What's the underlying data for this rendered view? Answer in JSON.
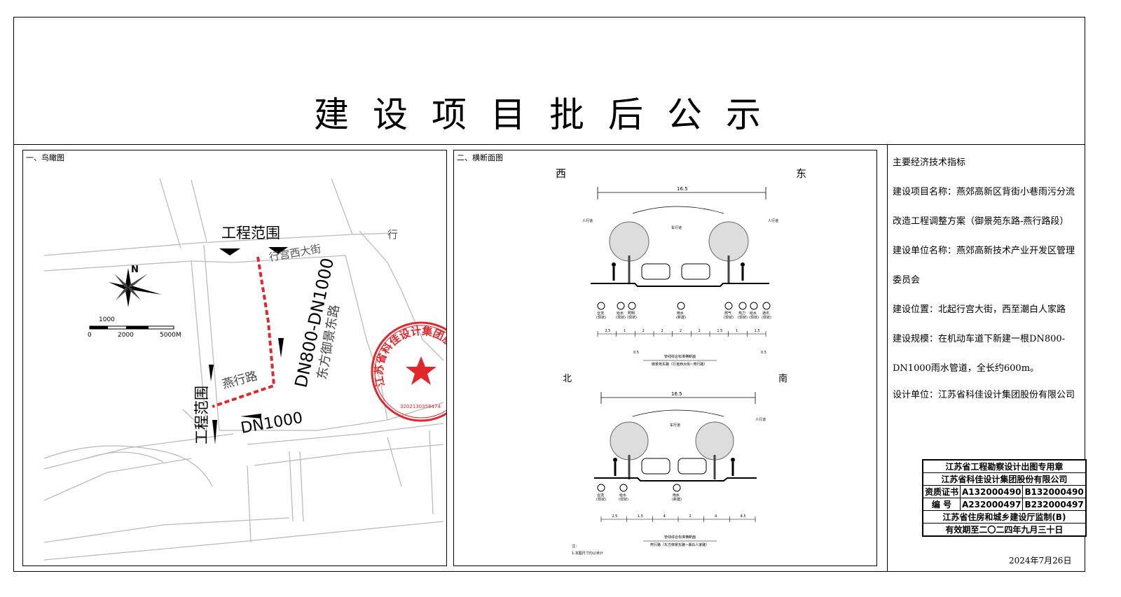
{
  "title": "建设项目批后公示",
  "panels": {
    "aerial_label": "一、鸟瞰图",
    "section_label": "二、横断面图"
  },
  "map": {
    "north": "N",
    "scale_top": "1000",
    "scale_bottom": [
      "0",
      "2000",
      "5000M"
    ],
    "scope_top": "工程范围",
    "scope_left": "工程范围",
    "road_xinggong": "行宫西大街",
    "road_xinggong_top": "行",
    "road_yujing": "东方御景东路",
    "road_yanxing": "燕行路",
    "pipe_main": "DN800-DN1000",
    "pipe_small": "DN1000"
  },
  "stamp": {
    "ring_text": "江苏省科佳设计集团股份有限公司",
    "number": "3202130358474"
  },
  "section": {
    "west": "西",
    "east": "东",
    "north": "北",
    "south": "南",
    "width": "16.5",
    "sidewalk": "人行道",
    "carriageway": "车行道",
    "top_pipes": [
      {
        "name": "合流",
        "note": "(现状)"
      },
      {
        "name": "给水",
        "note": "(现状)"
      },
      {
        "name": "照明",
        "note": "(现状)"
      },
      {
        "name": "雨水",
        "note": "(新建)"
      },
      {
        "name": "燃气",
        "note": "(现状)"
      },
      {
        "name": "热力",
        "note": "(现状)"
      },
      {
        "name": "给水",
        "note": "(现状)"
      },
      {
        "name": "通讯",
        "note": "(现状)"
      }
    ],
    "top_dims": [
      "2.5",
      "1",
      "2",
      "2",
      "2",
      "2",
      "1.5",
      "1",
      "1.5"
    ],
    "top_dims_sub": [
      "0.5",
      "0.5"
    ],
    "top_caption": "管线综合标准横断面",
    "top_road": "御景苑东路（行宫西大街~燕行路）",
    "bottom_pipes": [
      {
        "name": "合流",
        "note": "(现状)"
      },
      {
        "name": "给水",
        "note": "(现状)"
      },
      {
        "name": "雨水",
        "note": "(新建)"
      }
    ],
    "bottom_dims": [
      "2.5",
      "1.5",
      "4",
      "2",
      "4",
      "4.5"
    ],
    "bottom_caption": "管线综合标准横断面",
    "bottom_road": "燕行路（东方御景东路~潮白人家路）",
    "note_title": "注：",
    "note_text": "1.本图尺寸均以米计"
  },
  "info": {
    "heading": "主要经济技术指标",
    "project_label": "建设项目名称：",
    "project": "燕郊高新区背街小巷雨污分流改造工程调整方案（御景苑东路-燕行路段）",
    "unit_label": "建设单位名称：",
    "unit": "燕郊高新技术产业开发区管理委员会",
    "location_label": "建设位置：",
    "location": "北起行宫大街，西至潮白人家路",
    "scale_label": "建设规模：",
    "scale": "在机动车道下新建一根DN800-DN1000雨水管道，全长约600m。",
    "designer_label": "设计单位：",
    "designer": "江苏省科佳设计集团股份有限公司"
  },
  "seal": {
    "row1": "江苏省工程勘察设计出图专用章",
    "row2": "江苏省科佳设计集团股份有限公司",
    "cert_label": "资质证书",
    "cert_a": "A132000490",
    "cert_b": "B132000490",
    "num_label": "编 号",
    "num_a": "A232000497",
    "num_b": "B232000497",
    "row5": "江苏省住房和城乡建设厅监制(B)",
    "row6": "有效期至二〇二四年九月三十日"
  },
  "date": "2024年7月26日",
  "colors": {
    "stamp": "#e0282c",
    "route": "#e0282c"
  }
}
